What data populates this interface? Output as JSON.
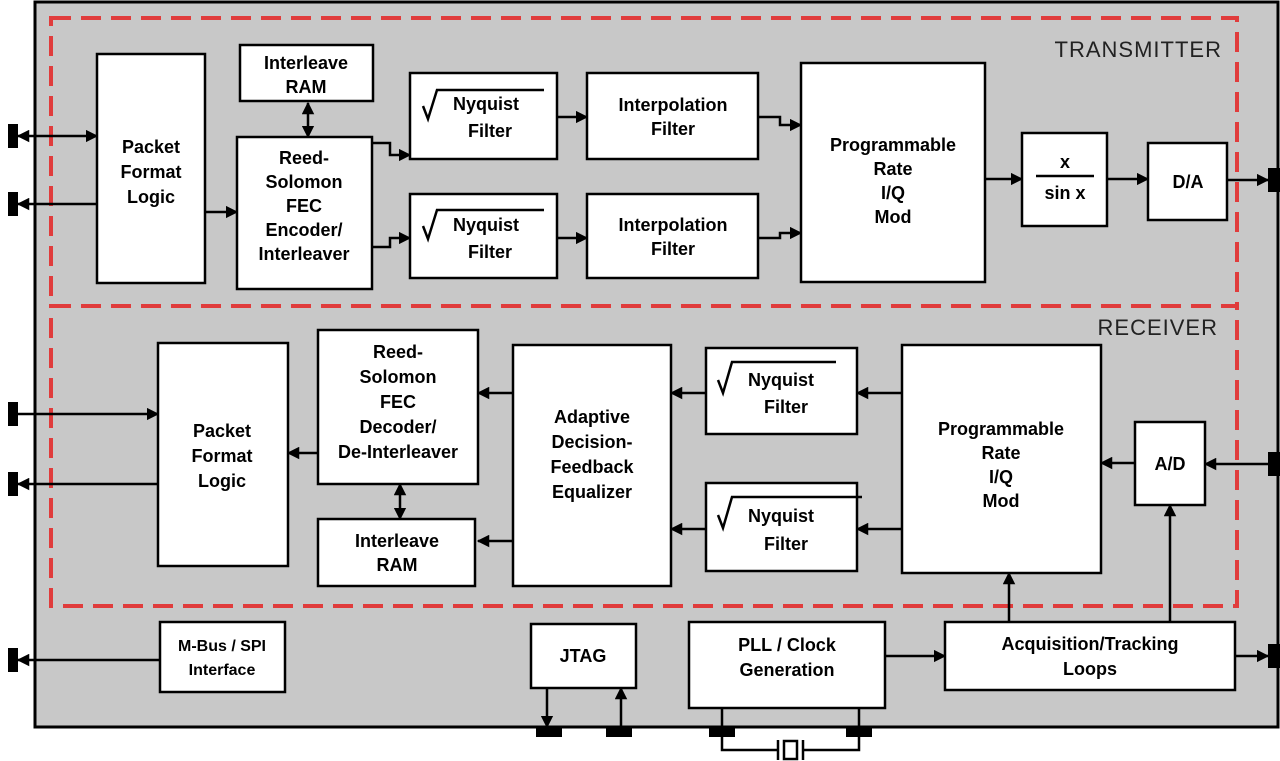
{
  "colors": {
    "chip_fill": "#c8c8c8",
    "section_dash": "#e03c3c",
    "block_fill": "#ffffff",
    "line": "#000000"
  },
  "sections": {
    "transmitter": "TRANSMITTER",
    "receiver": "RECEIVER"
  },
  "blocks": {
    "tx_packet_format": [
      "Packet",
      "Format",
      "Logic"
    ],
    "tx_interleave_ram": [
      "Interleave",
      "RAM"
    ],
    "tx_rs_encoder": [
      "Reed-",
      "Solomon",
      "FEC",
      "Encoder/",
      "Interleaver"
    ],
    "tx_nyquist_1": [
      "Nyquist",
      "Filter"
    ],
    "tx_nyquist_2": [
      "Nyquist",
      "Filter"
    ],
    "tx_interp_1": [
      "Interpolation",
      "Filter"
    ],
    "tx_interp_2": [
      "Interpolation",
      "Filter"
    ],
    "tx_iq_mod": [
      "Programmable",
      "Rate",
      "I/Q",
      "Mod"
    ],
    "tx_sinc": [
      "x",
      "sin x"
    ],
    "tx_da": [
      "D/A"
    ],
    "rx_packet_format": [
      "Packet",
      "Format",
      "Logic"
    ],
    "rx_rs_decoder": [
      "Reed-",
      "Solomon",
      "FEC",
      "Decoder/",
      "De-Interleaver"
    ],
    "rx_interleave_ram": [
      "Interleave",
      "RAM"
    ],
    "rx_equalizer": [
      "Adaptive",
      "Decision-",
      "Feedback",
      "Equalizer"
    ],
    "rx_nyquist_1": [
      "Nyquist",
      "Filter"
    ],
    "rx_nyquist_2": [
      "Nyquist",
      "Filter"
    ],
    "rx_iq_mod": [
      "Programmable",
      "Rate",
      "I/Q",
      "Mod"
    ],
    "rx_ad": [
      "A/D"
    ],
    "mbus_spi": [
      "M-Bus / SPI",
      "Interface"
    ],
    "jtag": [
      "JTAG"
    ],
    "pll": [
      "PLL / Clock",
      "Generation"
    ],
    "acq_tracking": [
      "Acquisition/Tracking",
      "Loops"
    ]
  },
  "symbols": {
    "sqrt": "√"
  }
}
